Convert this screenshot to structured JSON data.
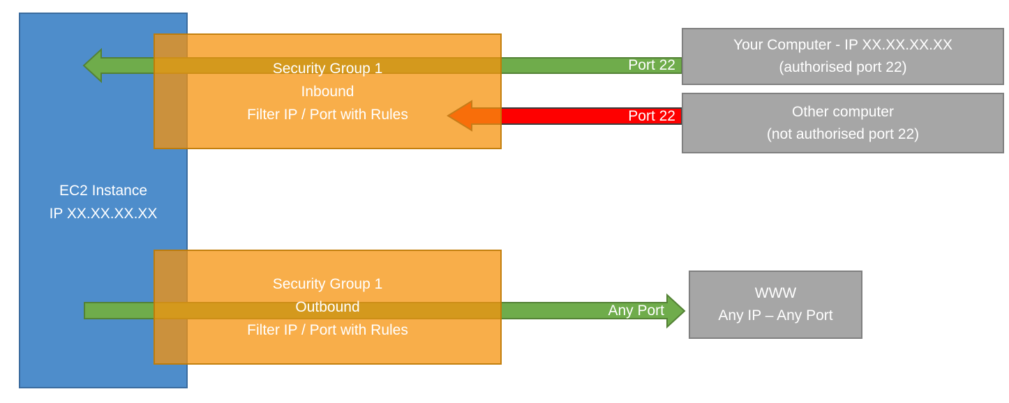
{
  "colors": {
    "ec2_fill": "#4E8DCB",
    "ec2_border": "#3A6B9E",
    "security_group_fill": "#F6930E",
    "security_group_fill_opacity": "0.75",
    "security_group_border": "#BB7906",
    "allowed_arrow_fill": "#6FAC4B",
    "allowed_arrow_border": "#538135",
    "blocked_arrow_fill": "#FE0000",
    "blocked_arrow_border": "#3B3B3B",
    "endpoint_fill": "#A6A6A6",
    "endpoint_border": "#7F7F7F",
    "text": "#FFFFFF",
    "background": "#FFFFFF"
  },
  "ec2_instance": {
    "name_line": "EC2 Instance",
    "ip_line": "IP XX.XX.XX.XX"
  },
  "security_group_inbound": {
    "title": "Security Group 1",
    "direction": "Inbound",
    "rule": "Filter IP / Port with Rules"
  },
  "security_group_outbound": {
    "title": "Security Group 1",
    "direction": "Outbound",
    "rule": "Filter IP / Port with Rules"
  },
  "your_computer": {
    "line1": "Your Computer - IP XX.XX.XX.XX",
    "line2": "(authorised port 22)"
  },
  "other_computer": {
    "line1": "Other computer",
    "line2": "(not authorised port 22)"
  },
  "www": {
    "line1": "WWW",
    "line2": "Any IP – Any Port"
  },
  "flows": {
    "inbound_allowed_label": "Port 22",
    "inbound_blocked_label": "Port 22",
    "outbound_label": "Any Port"
  }
}
